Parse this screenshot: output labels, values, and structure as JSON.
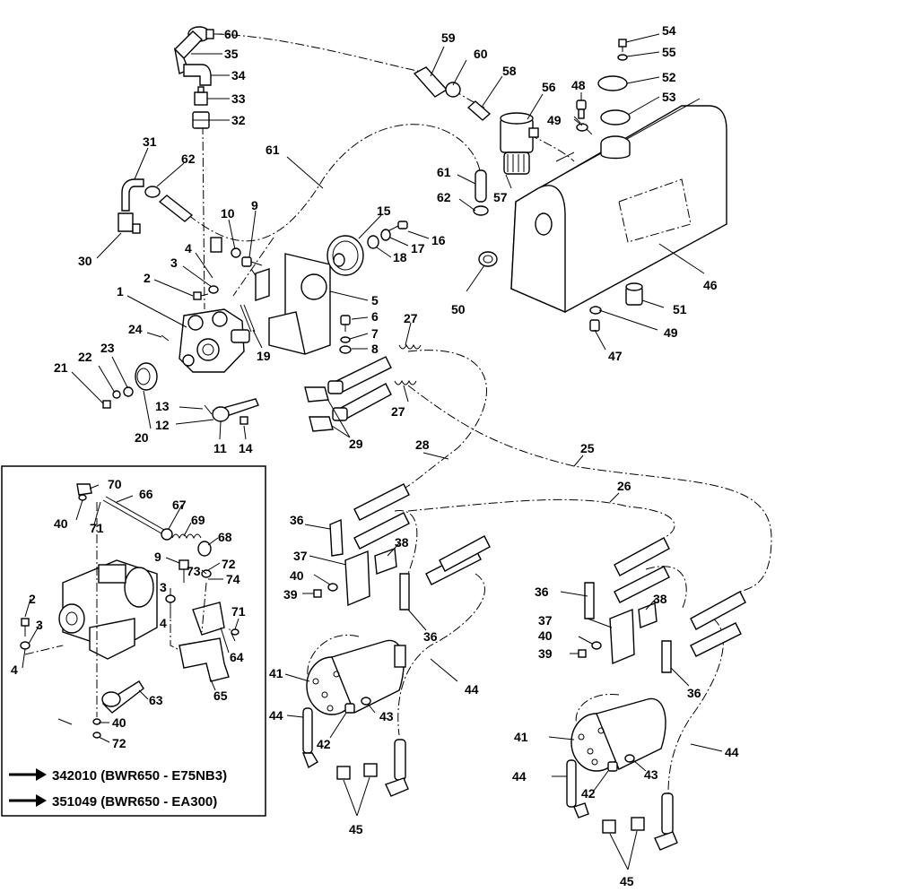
{
  "diagram": {
    "callouts": [
      {
        "id": "c60a",
        "text": "60"
      },
      {
        "id": "c35",
        "text": "35"
      },
      {
        "id": "c34",
        "text": "34"
      },
      {
        "id": "c33",
        "text": "33"
      },
      {
        "id": "c32",
        "text": "32"
      },
      {
        "id": "c59",
        "text": "59"
      },
      {
        "id": "c60b",
        "text": "60"
      },
      {
        "id": "c58",
        "text": "58"
      },
      {
        "id": "c56",
        "text": "56"
      },
      {
        "id": "c48",
        "text": "48"
      },
      {
        "id": "c49a",
        "text": "49"
      },
      {
        "id": "c54",
        "text": "54"
      },
      {
        "id": "c55",
        "text": "55"
      },
      {
        "id": "c52",
        "text": "52"
      },
      {
        "id": "c53",
        "text": "53"
      },
      {
        "id": "c31",
        "text": "31"
      },
      {
        "id": "c62a",
        "text": "62"
      },
      {
        "id": "c61a",
        "text": "61"
      },
      {
        "id": "c61b",
        "text": "61"
      },
      {
        "id": "c62b",
        "text": "62"
      },
      {
        "id": "c57",
        "text": "57"
      },
      {
        "id": "c30",
        "text": "30"
      },
      {
        "id": "c10",
        "text": "10"
      },
      {
        "id": "c9a",
        "text": "9"
      },
      {
        "id": "c15",
        "text": "15"
      },
      {
        "id": "c16",
        "text": "16"
      },
      {
        "id": "c17",
        "text": "17"
      },
      {
        "id": "c18",
        "text": "18"
      },
      {
        "id": "c4a",
        "text": "4"
      },
      {
        "id": "c3a",
        "text": "3"
      },
      {
        "id": "c2a",
        "text": "2"
      },
      {
        "id": "c1",
        "text": "1"
      },
      {
        "id": "c5",
        "text": "5"
      },
      {
        "id": "c6",
        "text": "6"
      },
      {
        "id": "c7",
        "text": "7"
      },
      {
        "id": "c8",
        "text": "8"
      },
      {
        "id": "c24",
        "text": "24"
      },
      {
        "id": "c19",
        "text": "19"
      },
      {
        "id": "c27a",
        "text": "27"
      },
      {
        "id": "c27b",
        "text": "27"
      },
      {
        "id": "c22",
        "text": "22"
      },
      {
        "id": "c23",
        "text": "23"
      },
      {
        "id": "c21",
        "text": "21"
      },
      {
        "id": "c13",
        "text": "13"
      },
      {
        "id": "c12",
        "text": "12"
      },
      {
        "id": "c20",
        "text": "20"
      },
      {
        "id": "c11",
        "text": "11"
      },
      {
        "id": "c14",
        "text": "14"
      },
      {
        "id": "c29",
        "text": "29"
      },
      {
        "id": "c50",
        "text": "50"
      },
      {
        "id": "c46",
        "text": "46"
      },
      {
        "id": "c51",
        "text": "51"
      },
      {
        "id": "c49b",
        "text": "49"
      },
      {
        "id": "c47",
        "text": "47"
      },
      {
        "id": "c28",
        "text": "28"
      },
      {
        "id": "c25",
        "text": "25"
      },
      {
        "id": "c26",
        "text": "26"
      },
      {
        "id": "c70",
        "text": "70"
      },
      {
        "id": "c66",
        "text": "66"
      },
      {
        "id": "c40a",
        "text": "40"
      },
      {
        "id": "c71a",
        "text": "71"
      },
      {
        "id": "c67",
        "text": "67"
      },
      {
        "id": "c69",
        "text": "69"
      },
      {
        "id": "c68",
        "text": "68"
      },
      {
        "id": "c9b",
        "text": "9"
      },
      {
        "id": "c73",
        "text": "73"
      },
      {
        "id": "c72a",
        "text": "72"
      },
      {
        "id": "c74",
        "text": "74"
      },
      {
        "id": "c3b",
        "text": "3"
      },
      {
        "id": "c4b",
        "text": "4"
      },
      {
        "id": "c2b",
        "text": "2"
      },
      {
        "id": "c3c",
        "text": "3"
      },
      {
        "id": "c4c",
        "text": "4"
      },
      {
        "id": "c71b",
        "text": "71"
      },
      {
        "id": "c64",
        "text": "64"
      },
      {
        "id": "c65",
        "text": "65"
      },
      {
        "id": "c63",
        "text": "63"
      },
      {
        "id": "c40b",
        "text": "40"
      },
      {
        "id": "c72b",
        "text": "72"
      },
      {
        "id": "c36a",
        "text": "36"
      },
      {
        "id": "c37a",
        "text": "37"
      },
      {
        "id": "c38a",
        "text": "38"
      },
      {
        "id": "c40c",
        "text": "40"
      },
      {
        "id": "c39a",
        "text": "39"
      },
      {
        "id": "c36b",
        "text": "36"
      },
      {
        "id": "c41a",
        "text": "41"
      },
      {
        "id": "c44a",
        "text": "44"
      },
      {
        "id": "c44b",
        "text": "44"
      },
      {
        "id": "c42a",
        "text": "42"
      },
      {
        "id": "c43a",
        "text": "43"
      },
      {
        "id": "c45a",
        "text": "45"
      },
      {
        "id": "c36c",
        "text": "36"
      },
      {
        "id": "c38b",
        "text": "38"
      },
      {
        "id": "c37b",
        "text": "37"
      },
      {
        "id": "c40d",
        "text": "40"
      },
      {
        "id": "c39b",
        "text": "39"
      },
      {
        "id": "c36d",
        "text": "36"
      },
      {
        "id": "c41b",
        "text": "41"
      },
      {
        "id": "c44c",
        "text": "44"
      },
      {
        "id": "c44d",
        "text": "44"
      },
      {
        "id": "c42b",
        "text": "42"
      },
      {
        "id": "c43b",
        "text": "43"
      },
      {
        "id": "c45b",
        "text": "45"
      }
    ],
    "legend": {
      "line1": "342010 (BWR650 - E75NB3)",
      "line2": "351049 (BWR650 - EA300)"
    }
  }
}
